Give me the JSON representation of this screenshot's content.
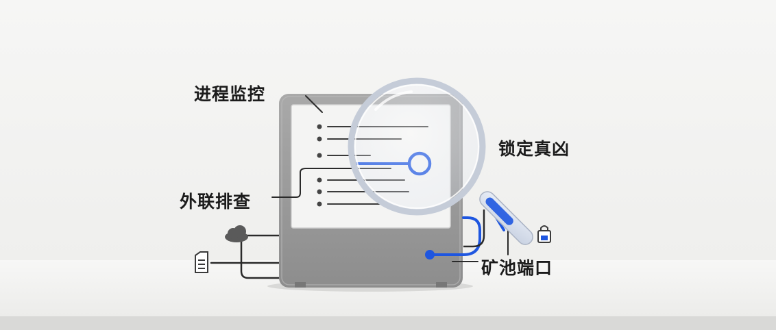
{
  "labels": {
    "process_monitoring": "进程监控",
    "lock_culprit": "锁定真凶",
    "outbound_check": "外联排查",
    "mining_pool_port": "矿池端口"
  },
  "icons": [
    "cloud-icon",
    "document-icon",
    "magnifier-icon",
    "lock-icon",
    "server-icon"
  ],
  "colors": {
    "accent": "#1e56e0",
    "server_body": "#9c9c9c",
    "screen": "#f4f4f3",
    "ink": "#1b1b1b"
  }
}
